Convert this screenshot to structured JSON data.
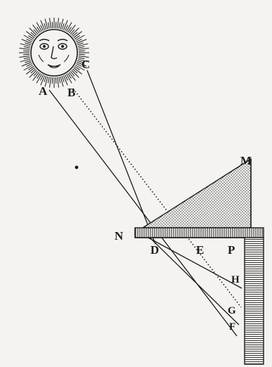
{
  "labels": {
    "A": "A",
    "B": "B",
    "C": "C",
    "M": "M",
    "N": "N",
    "D": "D",
    "E": "E",
    "P": "P",
    "H": "H",
    "G": "G",
    "F": "F"
  },
  "colors": {
    "ink": "#1a1a1a",
    "paper": "#f4f3ef"
  }
}
